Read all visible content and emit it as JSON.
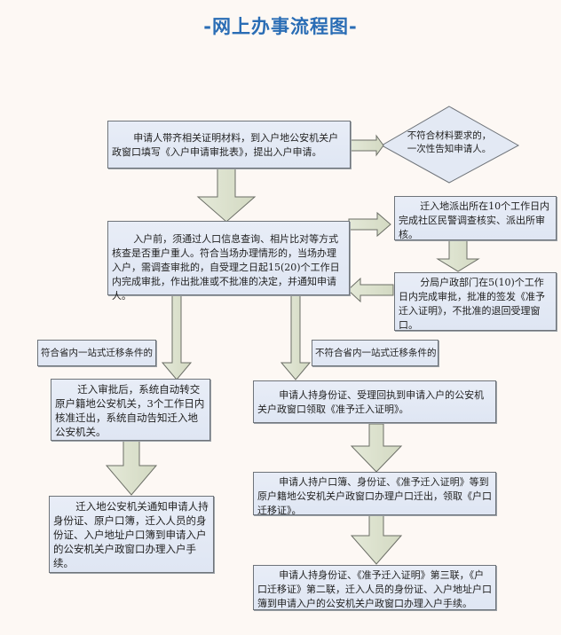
{
  "title": "-网上办事流程图-",
  "colors": {
    "title": "#2a6db5",
    "box_fill": "#e4eaf5",
    "box_border": "#6f747a",
    "arrow_fill": "#dde3cf",
    "arrow_border": "#6b6e66",
    "background": "#fdf8f4"
  },
  "nodes": {
    "step1": "申请人带齐相关证明材料，到入户地公安机关户政窗口填写《入户申请审批表》，提出入户申请。",
    "reject": "不符合材料要求的，一次性告知申请人。",
    "step2": "入户前，须通过人口信息查询、相片比对等方式核查是否重户重人。符合当场办理情形的，当场办理入户，需调查审批的，自受理之日起15(20)个工作日内完成审批，作出批准或不批准的决定，并通知申请人。",
    "police_check": "迁入地派出所在10个工作日内完成社区民警调查核实、派出所审核。",
    "bureau_approve": "分局户政部门在5(10)个工作日内完成审批，批准的签发《准予迁入证明》，不批准的退回受理窗口。",
    "branch_yes_label": "符合省内一站式迁移条件的",
    "branch_no_label": "不符合省内一站式迁移条件的",
    "yes_step1": "迁入审批后，系统自动转交原户籍地公安机关，3个工作日内核准迁出，系统自动告知迁入地公安机关。",
    "yes_step2": "迁入地公安机关通知申请人持身份证、原户口簿，迁入人员的身份证、入户地址户口簿到申请入户的公安机关户政窗口办理入户手续。",
    "no_step1": "申请人持身份证、受理回执到申请入户的公安机关户政窗口领取《准予迁入证明》。",
    "no_step2": "申请人持户口簿、身份证、《准予迁入证明》等到原户籍地公安机关户政窗口办理户口迁出，领取《户口迁移证》。",
    "no_step3": "申请人持身份证、《准予迁入证明》第三联，《户口迁移证》第二联，迁入人员的身份证、入户地址户口簿到申请入户的公安机关户政窗口办理入户手续。"
  }
}
